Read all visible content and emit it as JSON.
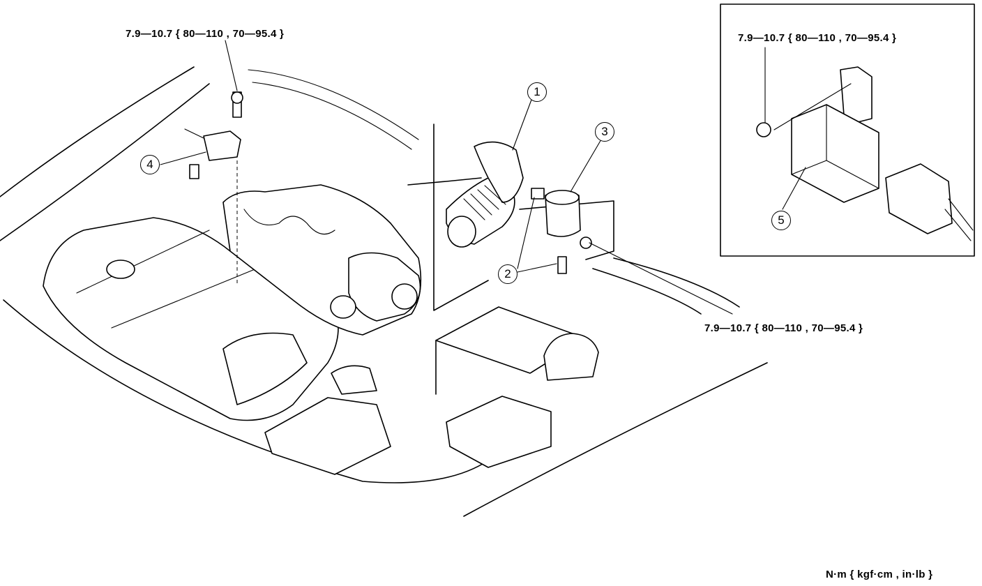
{
  "torque": {
    "top_left": "7.9—10.7 { 80—110 , 70—95.4 }",
    "inset": "7.9—10.7 { 80—110 , 70—95.4 }",
    "right": "7.9—10.7 { 80—110 , 70—95.4 }"
  },
  "units": "N·m { kgf·cm , in·lb  }",
  "callouts": [
    "1",
    "2",
    "3",
    "4",
    "5"
  ]
}
